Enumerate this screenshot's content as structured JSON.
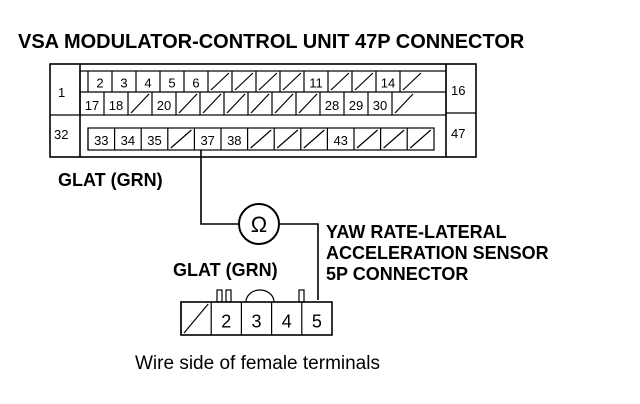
{
  "title": "VSA MODULATOR-CONTROL UNIT 47P CONNECTOR",
  "wire_label_top": "GLAT (GRN)",
  "wire_label_bottom": "GLAT (GRN)",
  "meter_symbol": "Ω",
  "sensor_label": {
    "line1": "YAW RATE-LATERAL",
    "line2": "ACCELERATION SENSOR",
    "line3": "5P CONNECTOR"
  },
  "footer": "Wire side of female terminals",
  "connector_47p": {
    "side_pins": {
      "left_top": "1",
      "left_bottom": "32",
      "right_top": "16",
      "right_bottom": "47"
    },
    "row1": [
      "2",
      "3",
      "4",
      "5",
      "6",
      "",
      "",
      "",
      "",
      "11",
      "",
      "",
      "14",
      ""
    ],
    "row2": [
      "17",
      "18",
      "",
      "20",
      "",
      "",
      "",
      "",
      "",
      "",
      "28",
      "29",
      "30",
      ""
    ],
    "row3": [
      "33",
      "34",
      "35",
      "",
      "37",
      "38",
      "",
      "",
      "",
      "43",
      "",
      "",
      ""
    ]
  },
  "connector_5p": {
    "pins": [
      "",
      "2",
      "3",
      "4",
      "5"
    ]
  }
}
